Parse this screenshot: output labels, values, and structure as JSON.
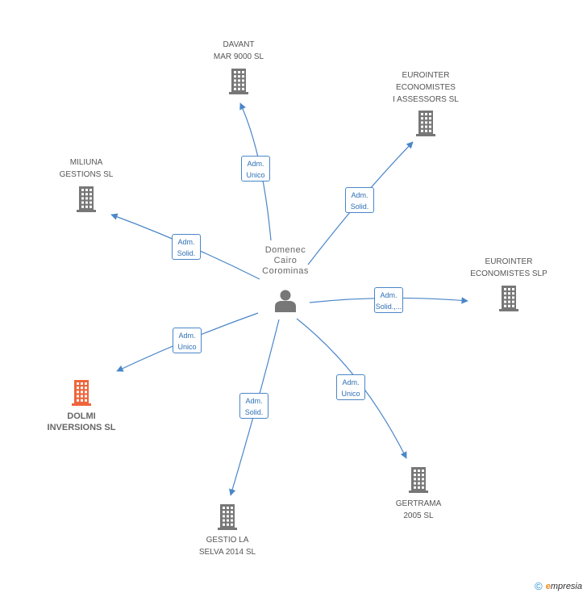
{
  "center": {
    "name_lines": [
      "Domenec",
      "Cairo",
      "Corominas"
    ],
    "icon": "person-icon"
  },
  "companies": [
    {
      "id": "davant",
      "label": "DAVANT\nMAR 9000 SL",
      "highlight": false
    },
    {
      "id": "eurointer-economistes-assessors",
      "label": "EUROINTER\nECONOMISTES\nI ASSESSORS SL",
      "highlight": false
    },
    {
      "id": "miliuna",
      "label": "MILIUNA\nGESTIONS SL",
      "highlight": false
    },
    {
      "id": "eurointer-slp",
      "label": "EUROINTER\nECONOMISTES SLP",
      "highlight": false
    },
    {
      "id": "dolmi",
      "label": "DOLMI\nINVERSIONS SL",
      "highlight": true
    },
    {
      "id": "gertrama",
      "label": "GERTRAMA\n2005 SL",
      "highlight": false
    },
    {
      "id": "gestio-la-selva",
      "label": "GESTIO LA\nSELVA 2014  SL",
      "highlight": false
    }
  ],
  "edges": [
    {
      "target": "davant",
      "lines": [
        "Adm.",
        "Unico"
      ]
    },
    {
      "target": "eurointer-economistes-assessors",
      "lines": [
        "Adm.",
        "Solid."
      ]
    },
    {
      "target": "miliuna",
      "lines": [
        "Adm.",
        "Solid."
      ]
    },
    {
      "target": "eurointer-slp",
      "lines": [
        "Adm.",
        "Solid.,..."
      ]
    },
    {
      "target": "dolmi",
      "lines": [
        "Adm.",
        "Unico"
      ]
    },
    {
      "target": "gertrama",
      "lines": [
        "Adm.",
        "Unico"
      ]
    },
    {
      "target": "gestio-la-selva",
      "lines": [
        "Adm.",
        "Solid."
      ]
    }
  ],
  "colors": {
    "edge": "#4a86c8",
    "building": "#777777",
    "building_highlight": "#f0643c",
    "person": "#777777"
  },
  "footer": {
    "copyright": "©",
    "brand_initial": "e",
    "brand_rest": "mpresia"
  }
}
